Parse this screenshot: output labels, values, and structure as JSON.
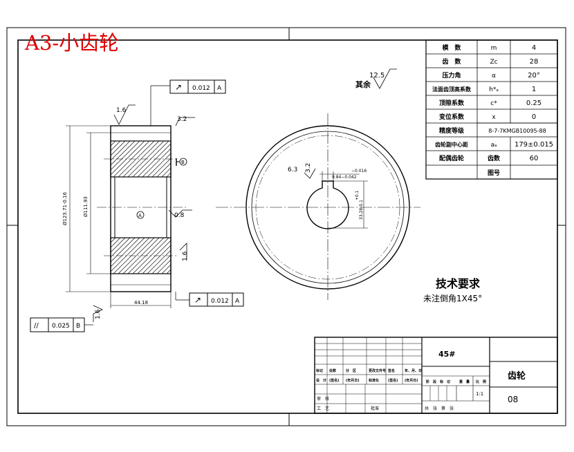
{
  "watermark_title": "A3-小齿轮",
  "params": [
    {
      "name": "模　数",
      "symbol": "m",
      "value": "4"
    },
    {
      "name": "齿　数",
      "symbol": "Zc",
      "value": "28"
    },
    {
      "name": "压力角",
      "symbol": "α",
      "value": "20°"
    },
    {
      "name": "法面齿顶高系数",
      "symbol": "h*ₐ",
      "value": "1"
    },
    {
      "name": "顶隙系数",
      "symbol": "c*",
      "value": "0.25"
    },
    {
      "name": "变位系数",
      "symbol": "x",
      "value": "0"
    },
    {
      "name": "精度等级",
      "symbol": "",
      "value": "8-7-7KMGB10095-88"
    },
    {
      "name": "齿轮副中心距",
      "symbol": "aₐ",
      "value": "179±0.015"
    },
    {
      "name": "配偶齿轮",
      "symbol": "齿数",
      "value": "60"
    },
    {
      "name": "",
      "symbol": "图号",
      "value": ""
    }
  ],
  "roughness": {
    "other_label": "其余",
    "other_value": "12.5",
    "face_left": "1.6",
    "face_right": "3.2",
    "bore": "0.8",
    "side": "1.6",
    "bottom": "1.6",
    "keyway_a": "6.3",
    "keyway_b": "3.2"
  },
  "tolerance": {
    "top": {
      "symbol": "↗",
      "value": "0.012",
      "datum": "A"
    },
    "bottom": {
      "symbol": "↗",
      "value": "0.012",
      "datum": "A"
    },
    "parallel": {
      "symbol": "//",
      "value": "0.025",
      "datum": "B"
    }
  },
  "dims": {
    "outer_dia": "Ø123.71-0.16",
    "bore_dia": "Ø111.93",
    "width": "44.18",
    "key_width": "9.84−0.042",
    "key_tol": "−0.016",
    "key_depth": "33.28-0.1",
    "key_depth_tol": "+0.1"
  },
  "datums": {
    "a": "A",
    "b": "B"
  },
  "tech": {
    "title": "技术要求",
    "note": "未注倒角1X45°"
  },
  "title_block": {
    "material": "45#",
    "part_name": "齿轮",
    "drawing_no": "08",
    "scale_ratio": "1:1",
    "row_labels": [
      "标记",
      "处数",
      "分　区",
      "更改文件号",
      "签名",
      "年、月、日"
    ],
    "row2_labels": [
      "设　计",
      "(签名)",
      "(年月日)",
      "标准化",
      "(签名)",
      "(年月日)"
    ],
    "stage_labels": [
      "阶　段　标　记",
      "重　量",
      "比　例"
    ],
    "review": "审　核",
    "process": "工　艺",
    "approve": "批准",
    "sheets": "共　张　第　张"
  }
}
